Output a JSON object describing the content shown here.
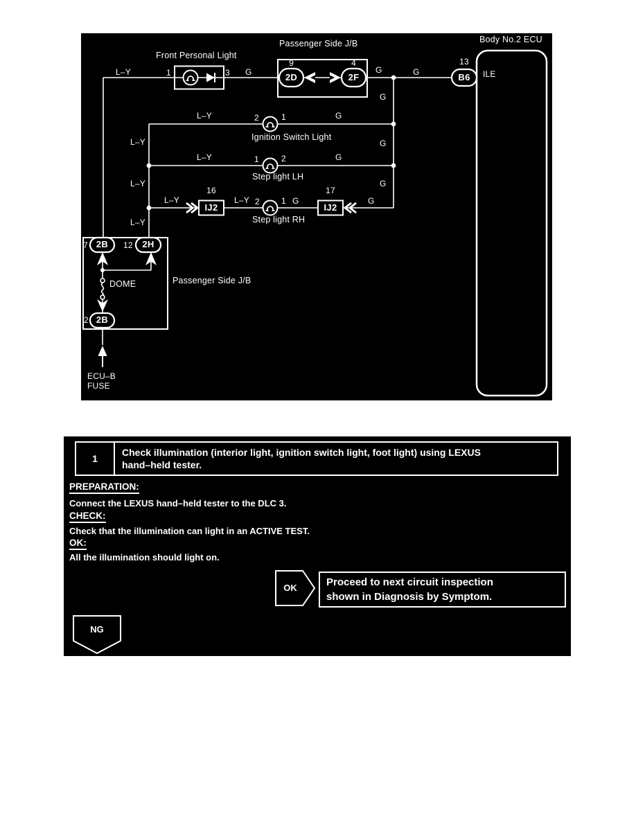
{
  "colors": {
    "page_bg": "#ffffff",
    "panel_bg": "#000000",
    "ink": "#ffffff"
  },
  "wire": {
    "ly": "L–Y",
    "g": "G"
  },
  "diagram": {
    "ecu": {
      "title": "Body No.2 ECU",
      "signal": "ILE",
      "connector": "B6",
      "connector_pin": "13"
    },
    "front_personal_light": {
      "name": "Front Personal Light",
      "pin_left": "1",
      "pin_right": "3"
    },
    "jb_top": {
      "name": "Passenger Side J/B",
      "conn_left": "2D",
      "conn_left_pin": "9",
      "conn_right": "2F",
      "conn_right_pin": "4"
    },
    "ignition_switch_light": {
      "name": "Ignition Switch Light",
      "pin_left": "2",
      "pin_right": "1"
    },
    "step_light_lh": {
      "name": "Step light LH",
      "pin_left": "1",
      "pin_right": "2"
    },
    "step_light_rh": {
      "name": "Step light RH",
      "pin_left": "2",
      "pin_right": "1",
      "conn_left": "IJ2",
      "conn_left_pin": "16",
      "conn_right": "IJ2",
      "conn_right_pin": "17"
    },
    "jb_bottom": {
      "name": "Passenger Side J/B",
      "conn_top_left": "2B",
      "conn_top_left_pin": "7",
      "conn_top_right": "2H",
      "conn_top_right_pin": "12",
      "conn_bottom": "2B",
      "conn_bottom_pin": "2",
      "fuse_name": "DOME"
    },
    "source_fuse": {
      "line1": "ECU–B",
      "line2": "FUSE"
    }
  },
  "procedure": {
    "step_number": "1",
    "title_line1": "Check illumination (interior light, ignition switch light, foot light) using LEXUS",
    "title_line2": "hand–held tester.",
    "preparation_heading": "PREPARATION:",
    "preparation_text": "Connect the LEXUS hand–held tester to the DLC 3.",
    "check_heading": "CHECK:",
    "check_text": "Check that the illumination can light in an ACTIVE TEST.",
    "ok_heading": "OK:",
    "ok_text": "All the illumination should light on.",
    "ok_badge": "OK",
    "ok_result_line1": "Proceed to next circuit inspection",
    "ok_result_line2": "shown in Diagnosis by Symptom.",
    "ng_badge": "NG"
  }
}
